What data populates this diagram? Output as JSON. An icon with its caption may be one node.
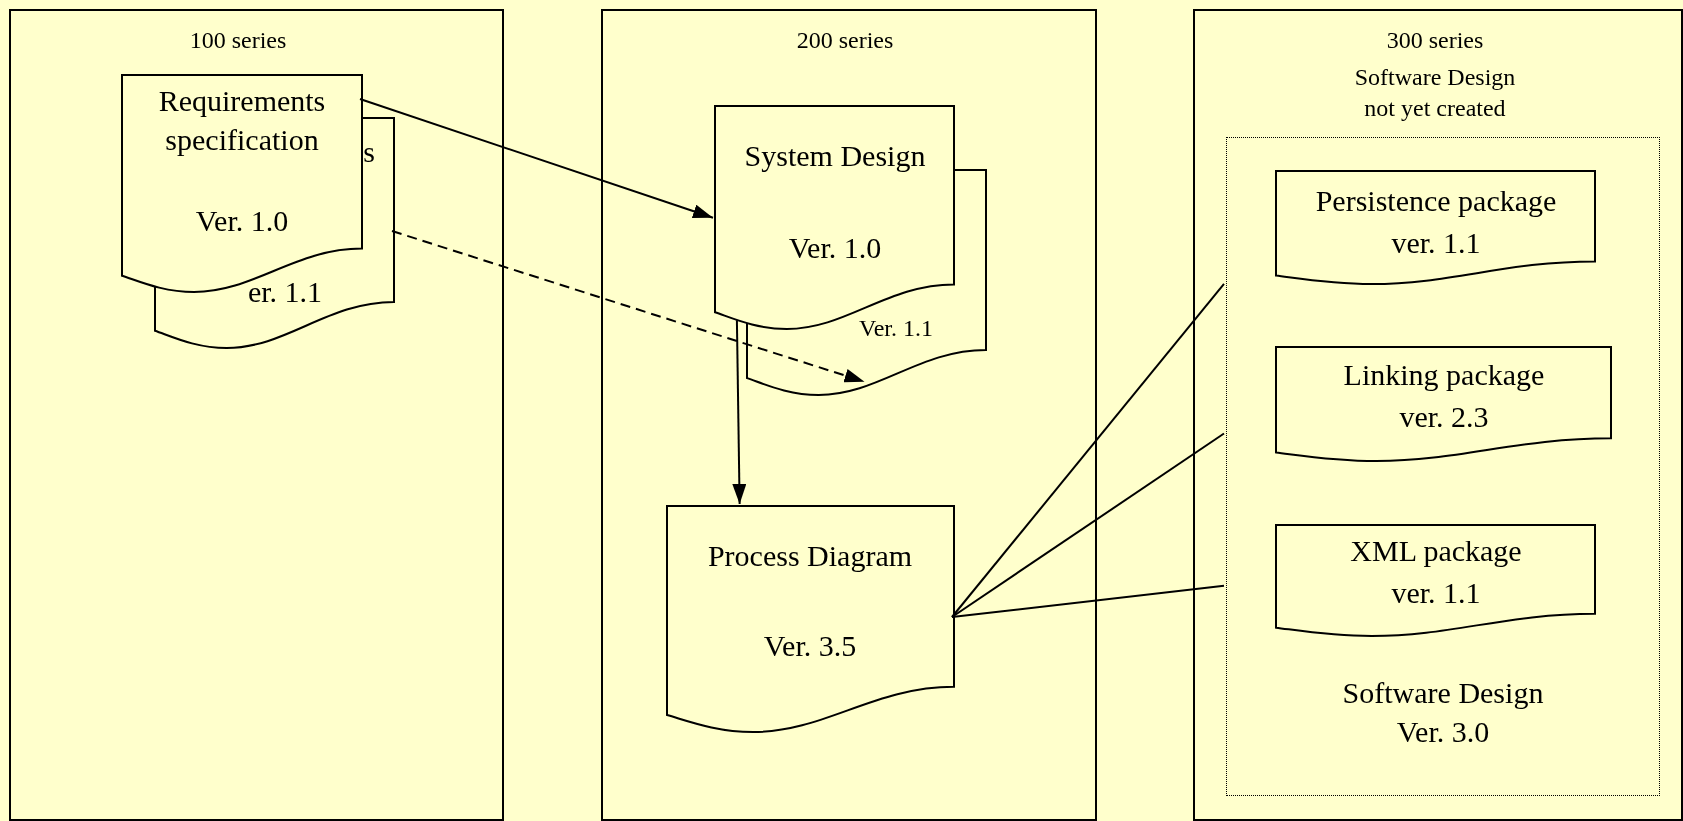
{
  "diagram": {
    "nodes": [
      {
        "text": [
          "100 series"
        ]
      },
      {
        "text": [
          "Requirements specification",
          "Ver. 1.0"
        ],
        "in": 0
      },
      {
        "text": [
          "s",
          "er. 1.1"
        ],
        "in": 0
      },
      {
        "text": [
          "200 series"
        ]
      },
      {
        "text": [
          "System Design",
          "Ver. 1.0"
        ],
        "in": 3
      },
      {
        "text": [
          "Ver. 1.1"
        ],
        "in": 3
      },
      {
        "text": [
          "Process Diagram",
          "Ver. 3.5"
        ],
        "in": 3
      },
      {
        "text": [
          "300 series",
          "Software Design not yet created"
        ]
      },
      {
        "text": [
          "Software Design Ver. 3.0"
        ],
        "in": 7
      },
      {
        "text": [
          "Persistence package",
          "ver. 1.1"
        ],
        "in": 8
      },
      {
        "text": [
          "Linking package",
          "ver. 2.3"
        ],
        "in": 8
      },
      {
        "text": [
          "XML package",
          "ver. 1.1"
        ],
        "in": 8
      }
    ],
    "edges": [
      {
        "from": 1,
        "to": 4,
        "arrow": "to"
      },
      {
        "from": 2,
        "to": 5,
        "arrow": "to",
        "style": "dashed"
      },
      {
        "from": 4,
        "to": 6,
        "arrow": "to"
      },
      {
        "from": 6,
        "to": 8,
        "arrow": "none"
      },
      {
        "from": 6,
        "to": 8,
        "arrow": "none"
      },
      {
        "from": 6,
        "to": 8,
        "arrow": "none"
      }
    ]
  }
}
